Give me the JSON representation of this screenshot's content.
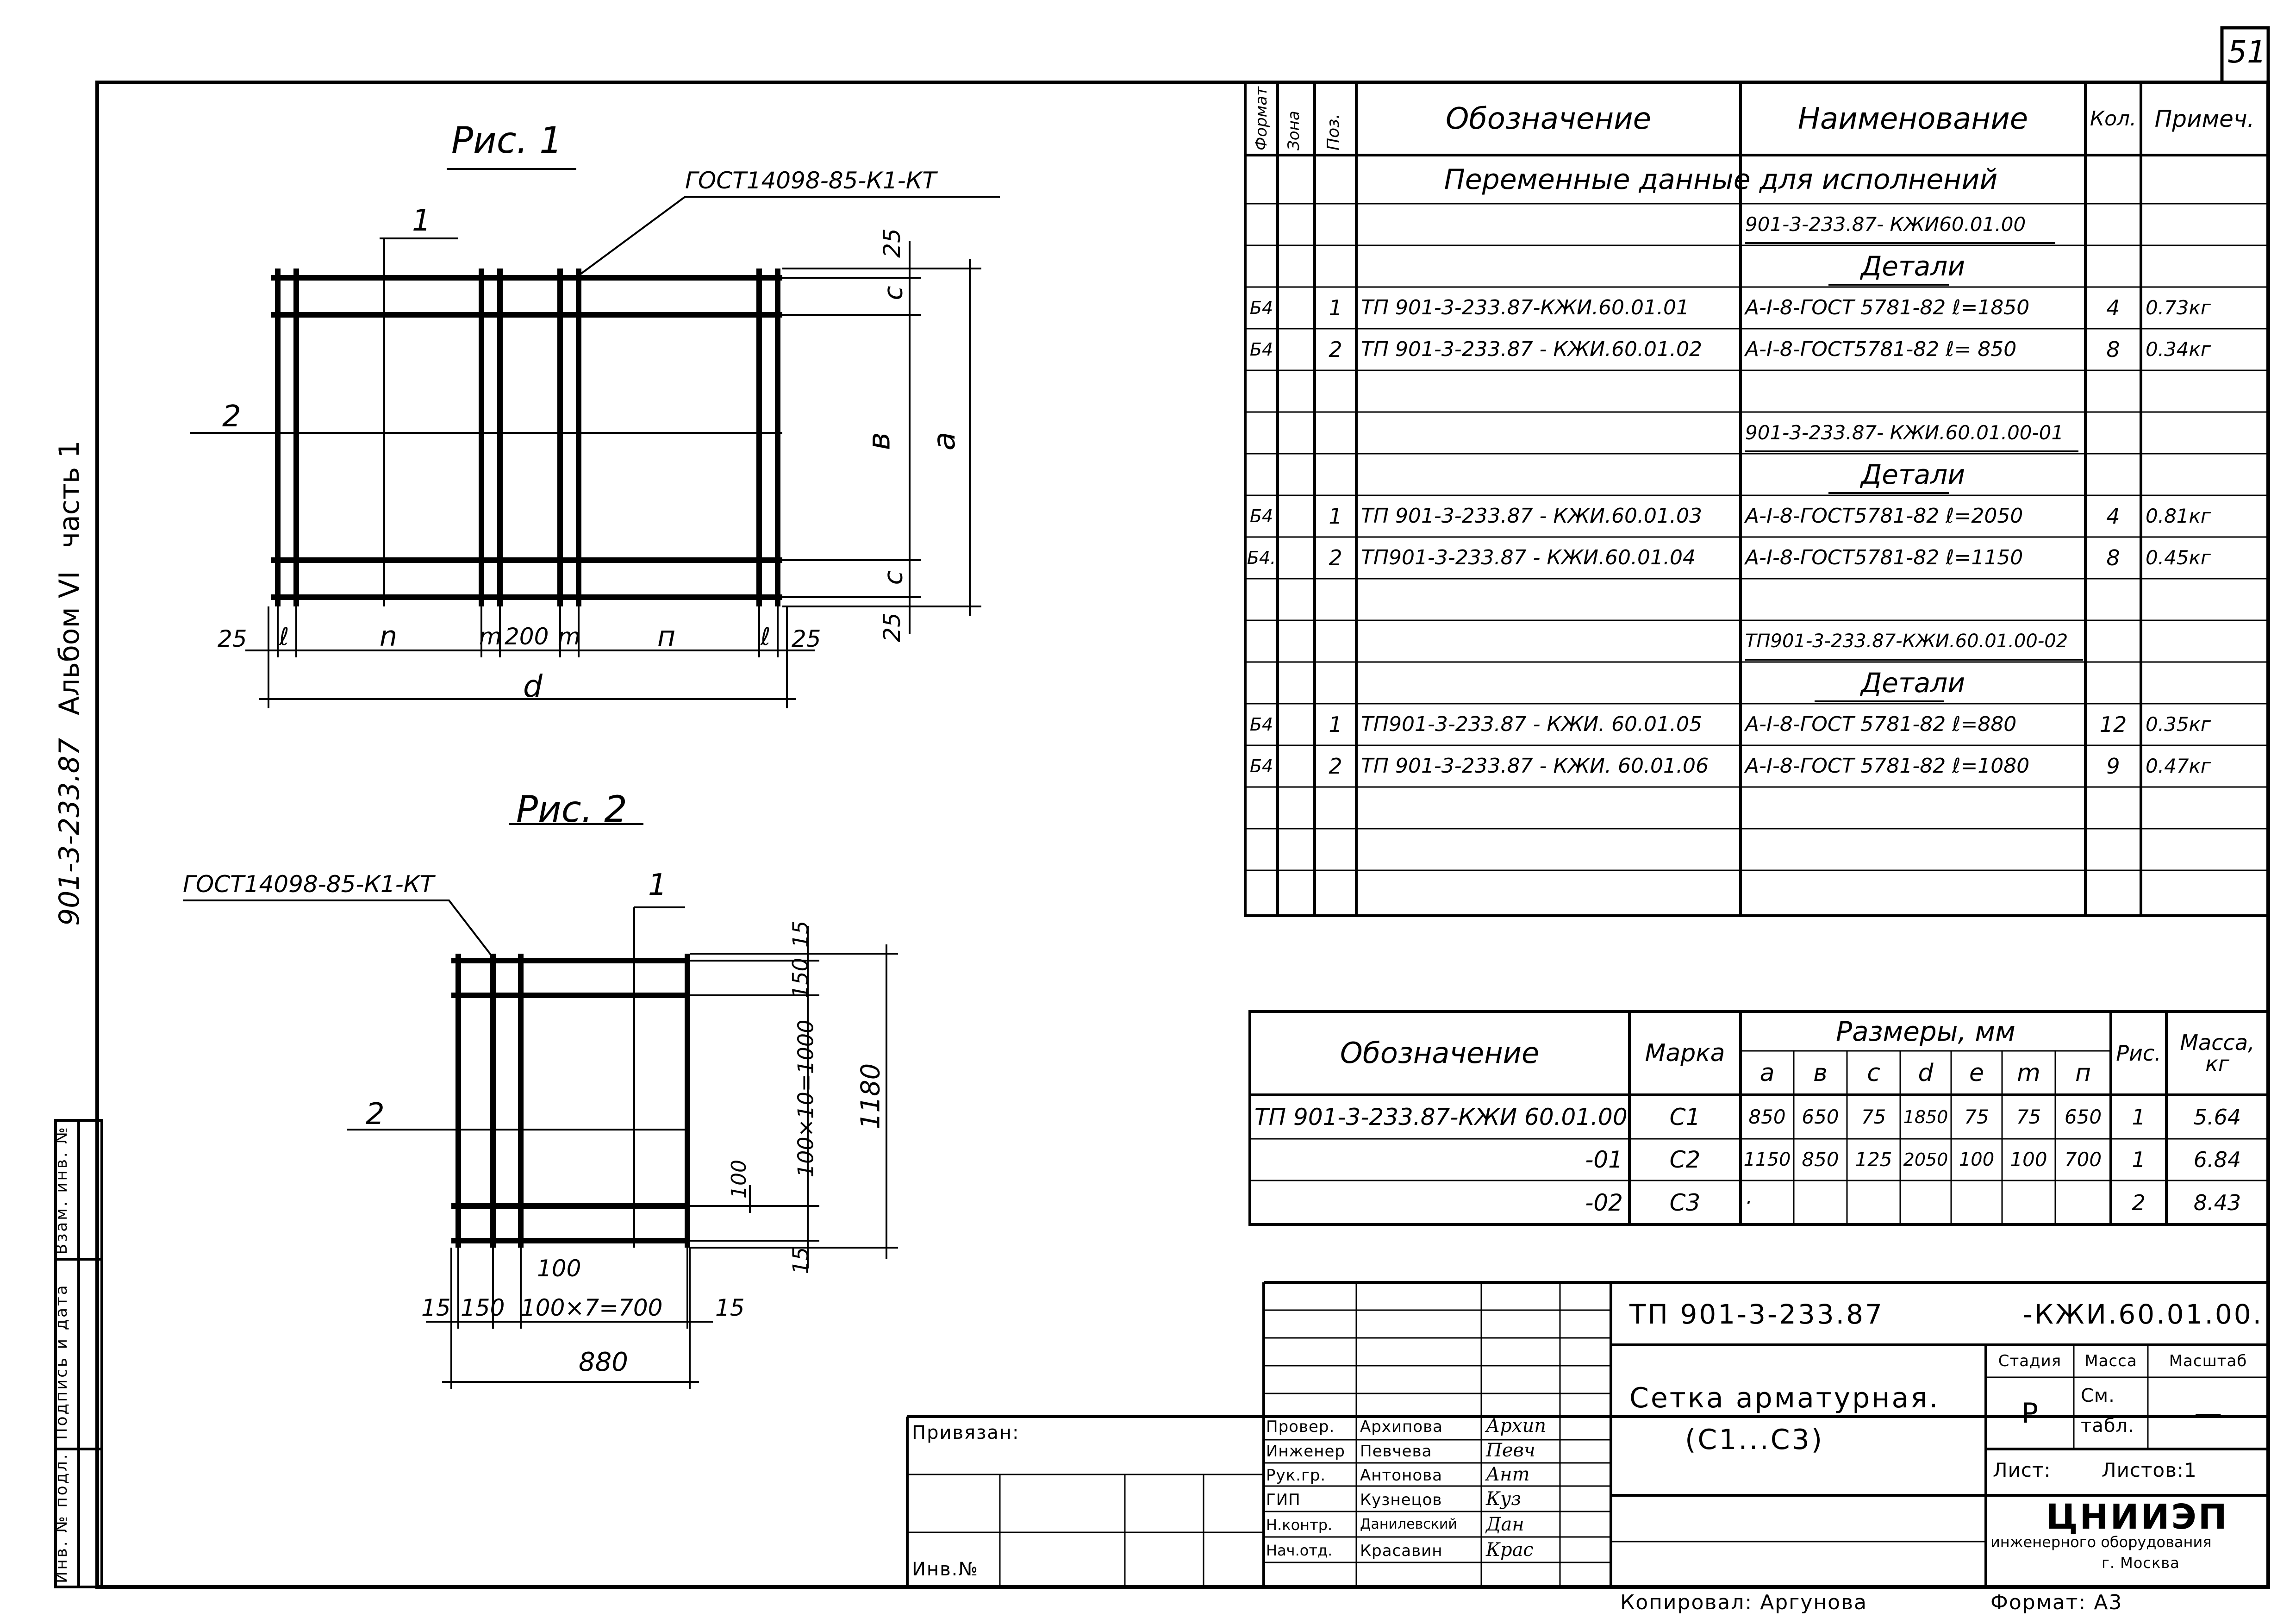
{
  "sheet_number": "51",
  "side_title": {
    "code": "901-3-233.87",
    "album": "Альбом VI",
    "part": "часть 1"
  },
  "side_stamp": {
    "inv_no_podl": "Инв. № подл.",
    "podpis_data": "Подпись и дата",
    "vzam_inv": "Взам. инв. №"
  },
  "fig1": {
    "title": "Рис. 1",
    "gost": "ГОСТ14098-85-К1-КТ",
    "callout_1": "1",
    "callout_2": "2",
    "dim_c_top": "c",
    "dim_25_top": "25",
    "dim_b": "в",
    "dim_a": "a",
    "dim_c_bottom": "c",
    "dim_25_bottom": "25",
    "dim_25_left": "25",
    "dim_l_left": "ℓ",
    "dim_n_left": "n",
    "dim_m_left": "m",
    "dim_200": "200",
    "dim_m_right": "m",
    "dim_n_right": "п",
    "dim_l_right": "ℓ",
    "dim_25_right": "25",
    "dim_d": "d"
  },
  "fig2": {
    "title": "Рис. 2",
    "gost": "ГОСТ14098-85-К1-КТ",
    "callout_1": "1",
    "callout_2": "2",
    "dim_15_top": "15",
    "dim_150": "150",
    "dim_100x10": "100×10=1000",
    "dim_1180": "1180",
    "dim_100_right": "100",
    "dim_15_bottom": "15",
    "dim_100_bottom": "100",
    "dim_15_left": "15",
    "dim_150_left": "150",
    "dim_100x7": "100×7=700",
    "dim_15_right": "15",
    "dim_880": "880"
  },
  "spec_table": {
    "headers": {
      "format": "Формат",
      "zone": "Зона",
      "pos": "Поз.",
      "designation": "Обозначение",
      "name": "Наименование",
      "qty": "Кол.",
      "note": "Примеч."
    },
    "variable_data": "Переменные данные для исполнений",
    "groups": [
      {
        "code": "901-3-233.87- КЖИ60.01.00",
        "section": "Детали",
        "rows": [
          {
            "format": "Б4",
            "pos": "1",
            "designation": "ТП 901-3-233.87-КЖИ.60.01.01",
            "name": "А-I-8-ГОСТ 5781-82 ℓ=1850",
            "qty": "4",
            "note": "0.73кг"
          },
          {
            "format": "Б4",
            "pos": "2",
            "designation": "ТП 901-3-233.87 - КЖИ.60.01.02",
            "name": "А-I-8-ГОСТ5781-82 ℓ= 850",
            "qty": "8",
            "note": "0.34кг"
          }
        ]
      },
      {
        "code": "901-3-233.87- КЖИ.60.01.00-01",
        "section": "Детали",
        "rows": [
          {
            "format": "Б4",
            "pos": "1",
            "designation": "ТП 901-3-233.87 - КЖИ.60.01.03",
            "name": "А-I-8-ГОСТ5781-82 ℓ=2050",
            "qty": "4",
            "note": "0.81кг"
          },
          {
            "format": "Б4.",
            "pos": "2",
            "designation": "ТП901-3-233.87 - КЖИ.60.01.04",
            "name": "А-I-8-ГОСТ5781-82 ℓ=1150",
            "qty": "8",
            "note": "0.45кг"
          }
        ]
      },
      {
        "code": "ТП901-3-233.87-КЖИ.60.01.00-02",
        "section": "Детали",
        "rows": [
          {
            "format": "Б4",
            "pos": "1",
            "designation": "ТП901-3-233.87 - КЖИ. 60.01.05",
            "name": "А-I-8-ГОСТ 5781-82  ℓ=880",
            "qty": "12",
            "note": "0.35кг"
          },
          {
            "format": "Б4",
            "pos": "2",
            "designation": "ТП 901-3-233.87 - КЖИ. 60.01.06",
            "name": "А-I-8-ГОСТ 5781-82 ℓ=1080",
            "qty": "9",
            "note": "0.47кг"
          }
        ]
      }
    ]
  },
  "marks_table": {
    "headers": {
      "designation": "Обозначение",
      "mark": "Марка",
      "sizes": "Размеры, мм",
      "cols": [
        "a",
        "в",
        "c",
        "d",
        "e",
        "m",
        "п"
      ],
      "fig": "Рис.",
      "mass": "Масса, кг"
    },
    "rows": [
      {
        "designation": "ТП 901-3-233.87-КЖИ 60.01.00",
        "mark": "С1",
        "a": "850",
        "b": "650",
        "c": "75",
        "d": "1850",
        "e": "75",
        "m": "75",
        "n": "650",
        "fig": "1",
        "mass": "5.64"
      },
      {
        "designation": "-01",
        "mark": "С2",
        "a": "1150",
        "b": "850",
        "c": "125",
        "d": "2050",
        "e": "100",
        "m": "100",
        "n": "700",
        "fig": "1",
        "mass": "6.84"
      },
      {
        "designation": "-02",
        "mark": "С3",
        "a": "·",
        "b": "",
        "c": "",
        "d": "",
        "e": "",
        "m": "",
        "n": "",
        "fig": "2",
        "mass": "8.43"
      }
    ]
  },
  "title_block": {
    "doc_code_left": "ТП 901-3-233.87",
    "doc_code_right": "-КЖИ.60.01.00.",
    "title_line1": "Сетка арматурная.",
    "title_line2": "(С1...С3)",
    "stage_label": "Стадия",
    "mass_label": "Масса",
    "scale_label": "Масштаб",
    "stage_value": "Р",
    "mass_value_1": "См.",
    "mass_value_2": "табл.",
    "scale_value": "—",
    "sheet_label": "Лист:",
    "sheets_label": "Листов:1",
    "org_name": "ЦНИИЭП",
    "org_sub": "инженерного оборудования",
    "org_city": "г. Москва",
    "privyazan": "Привязан:",
    "inv_no": "Инв.№",
    "signers": [
      {
        "role": "Провер.",
        "name": "Архипова",
        "sign": "Архип"
      },
      {
        "role": "Инженер",
        "name": "Певчева",
        "sign": "Певч"
      },
      {
        "role": "Рук.гр.",
        "name": "Антонова",
        "sign": "Ант"
      },
      {
        "role": "ГИП",
        "name": "Кузнецов",
        "sign": "Куз"
      },
      {
        "role": "Н.контр.",
        "name": "Данилевский",
        "sign": "Дан"
      },
      {
        "role": "Нач.отд.",
        "name": "Красавин",
        "sign": "Крас"
      }
    ],
    "copied": "Копировал: Аргунова",
    "format": "Формат: А3"
  }
}
